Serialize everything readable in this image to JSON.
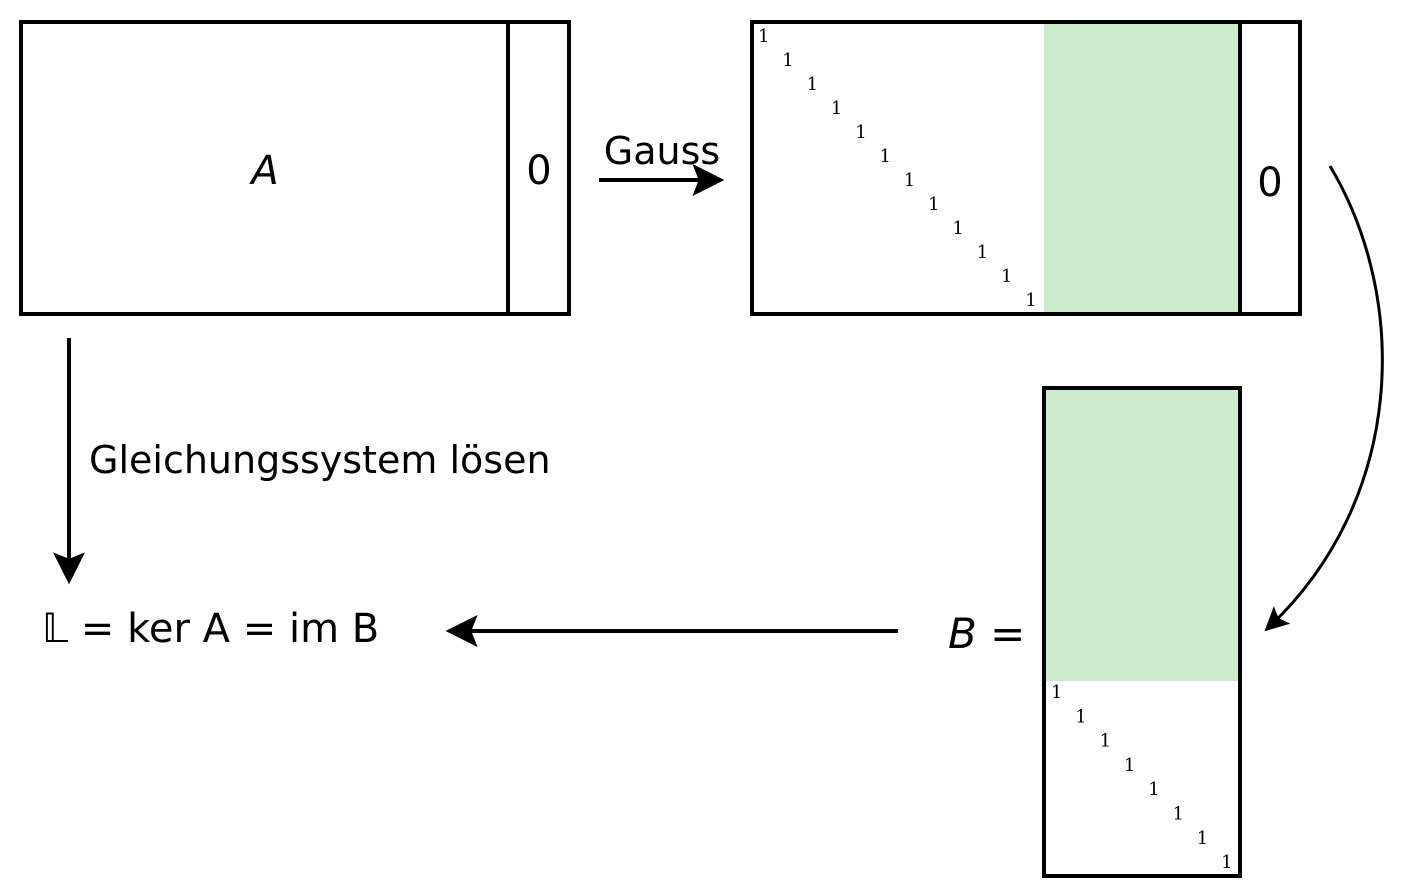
{
  "matrix_a": {
    "label": "A",
    "zero_column": "0"
  },
  "gauss_arrow": {
    "label": "Gauss"
  },
  "reduced_matrix": {
    "diagonal_entry": "1",
    "zero_column": "0"
  },
  "matrix_b": {
    "label": "B =",
    "diagonal_entry": "1"
  },
  "solve_arrow": {
    "label": "Gleichungssystem lösen"
  },
  "result": {
    "text": "𝕃 = ker A = im B"
  },
  "colors": {
    "free_block": "#cceacc",
    "stroke": "#000000"
  }
}
